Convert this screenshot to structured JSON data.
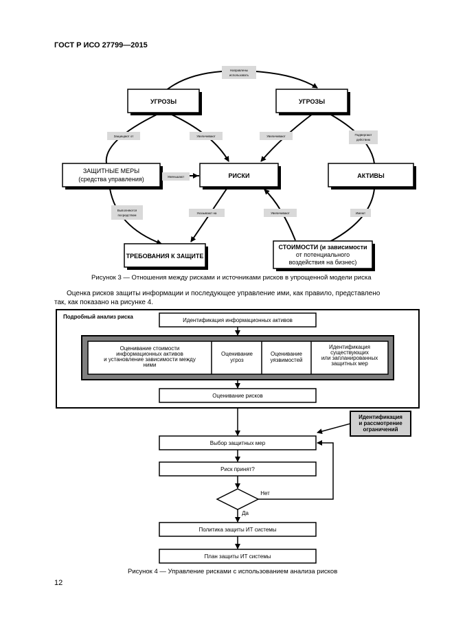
{
  "header": {
    "standard": "ГОСТ Р ИСО 27799—2015"
  },
  "figure3": {
    "top_label": [
      "Направлены",
      "использовать"
    ],
    "box_threats_left": "УГРОЗЫ",
    "box_threats_right": "УГРОЗЫ",
    "box_measures": [
      "ЗАЩИТНЫЕ МЕРЫ",
      "(средства управления)"
    ],
    "box_risks": "РИСКИ",
    "box_assets": "АКТИВЫ",
    "box_requirements": "ТРЕБОВАНИЯ К ЗАЩИТЕ",
    "box_values": [
      "СТОИМОСТИ (и зависимости",
      "от потенциального",
      "воздействия на бизнес)"
    ],
    "lbl_protect": "Защищают от",
    "lbl_increase1": "Увеличивают",
    "lbl_increase2": "Увеличивают",
    "lbl_expose": [
      "Подвергают",
      "действию"
    ],
    "lbl_reduce": "Уменьшают",
    "lbl_implemented": [
      "Выполняются",
      "посредством"
    ],
    "lbl_indicate": "Указывают на",
    "lbl_increase3": "Увеличивают",
    "lbl_have": "Имеют",
    "caption": "Рисунок 3 — Отношения между рисками и источниками рисков в упрощенной модели риска"
  },
  "paragraph": {
    "line1": "Оценка рисков защиты информации и последующее управление ими, как правило, представлено",
    "line2": "так, как показано на рисунке 4."
  },
  "figure4": {
    "frame_title": "Подробный анализ риска",
    "identify_assets": "Идентификация информационных активов",
    "cell1": [
      "Оценивание стоимости",
      "информационных активов",
      "и установление зависимости между",
      "ними"
    ],
    "cell2": [
      "Оценивание",
      "угроз"
    ],
    "cell3": [
      "Оценивание",
      "уязвимостей"
    ],
    "cell4": [
      "Идентификация",
      "существующих",
      "или запланированных",
      "защитных мер"
    ],
    "risk_assessment": "Оценивание рисков",
    "constraints": [
      "Идентификация",
      "и рассмотрение",
      "ограничений"
    ],
    "select_measures": "Выбор защитных мер",
    "risk_accepted": "Риск принят?",
    "no": "Нет",
    "yes": "Да",
    "policy": "Политика защиты ИТ системы",
    "plan": "План защиты ИТ системы",
    "caption": "Рисунок 4 — Управление рисками с использованием анализа рисков"
  },
  "page_number": "12"
}
